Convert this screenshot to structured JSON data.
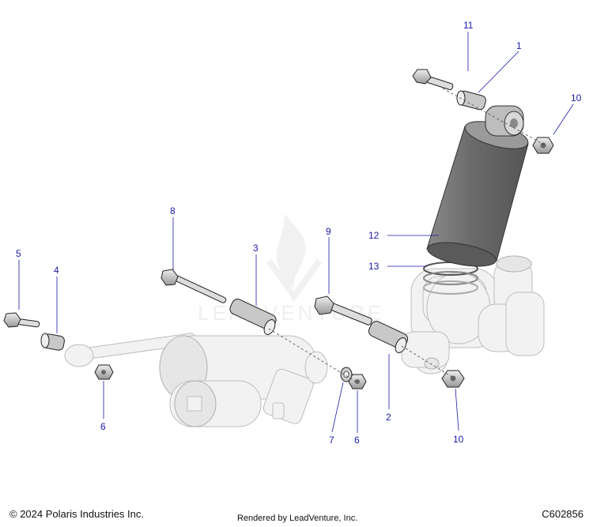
{
  "callouts": [
    {
      "id": "1",
      "label": "1"
    },
    {
      "id": "2",
      "label": "2"
    },
    {
      "id": "3",
      "label": "3"
    },
    {
      "id": "4",
      "label": "4"
    },
    {
      "id": "5",
      "label": "5"
    },
    {
      "id": "6a",
      "label": "6"
    },
    {
      "id": "6b",
      "label": "6"
    },
    {
      "id": "7",
      "label": "7"
    },
    {
      "id": "8",
      "label": "8"
    },
    {
      "id": "9",
      "label": "9"
    },
    {
      "id": "10a",
      "label": "10"
    },
    {
      "id": "10b",
      "label": "10"
    },
    {
      "id": "11",
      "label": "11"
    },
    {
      "id": "12",
      "label": "12"
    },
    {
      "id": "13",
      "label": "13"
    }
  ],
  "watermark": "LEADVENTURE",
  "footer": {
    "copyright": "© 2024 Polaris Industries Inc.",
    "rendered_by": "Rendered by LeadVenture, Inc.",
    "code": "C602856"
  },
  "colors": {
    "callout": "#1a1aa8",
    "shock_body": "#6e6e6e",
    "ghost_part": "#f2f2f2"
  }
}
